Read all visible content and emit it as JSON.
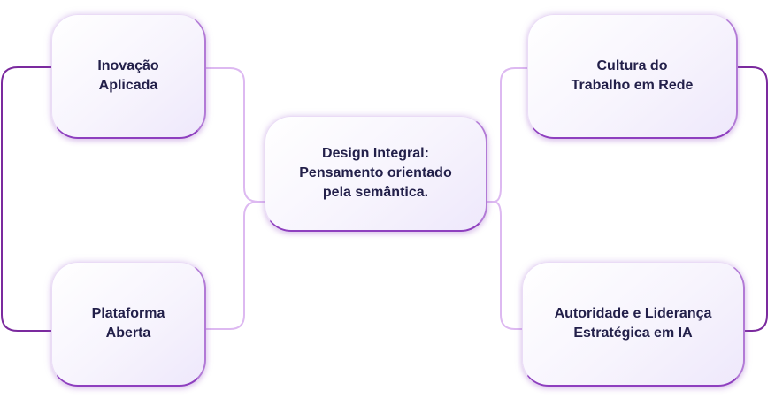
{
  "diagram": {
    "center": {
      "label": "Design Integral:\nPensamento orientado\npela semântica."
    },
    "nodes": [
      {
        "id": "innovation",
        "label": "Inovação\nAplicada"
      },
      {
        "id": "platform",
        "label": "Plataforma\nAberta"
      },
      {
        "id": "culture",
        "label": "Cultura do\nTrabalho em Rede"
      },
      {
        "id": "authority",
        "label": "Autoridade e Liderança\nEstratégica em IA"
      }
    ],
    "colors": {
      "line_dark": "#7b2a9e",
      "line_light": "#ddb9f1",
      "text": "#23204a",
      "node_bottom_border": "#8e3fbf"
    }
  }
}
